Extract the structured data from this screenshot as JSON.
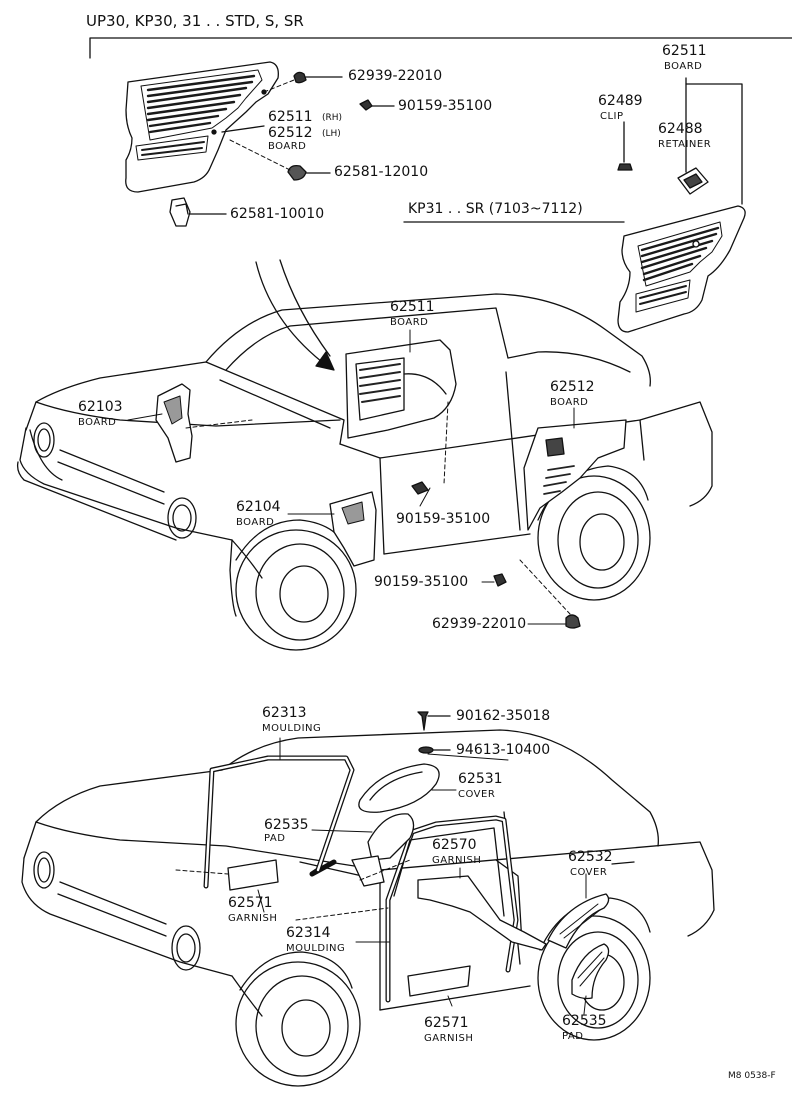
{
  "header": {
    "models_top": "UP30, KP30, 31 . . STD, S, SR",
    "models_inset": "KP31 . . SR (7103~7112)",
    "diagram_code": "M8 0538-F"
  },
  "parts": {
    "p62511_inset": {
      "number": "62511",
      "name": "BOARD"
    },
    "p62489": {
      "number": "62489",
      "name": "CLIP"
    },
    "p62488": {
      "number": "62488",
      "name": "RETAINER"
    },
    "p62939_top": {
      "number": "62939-22010"
    },
    "p90159_top": {
      "number": "90159-35100"
    },
    "p62511_rh": {
      "number": "62511",
      "qual": "(RH)"
    },
    "p62512_lh": {
      "number": "62512",
      "qual": "(LH)",
      "name": "BOARD"
    },
    "p62581_12010": {
      "number": "62581-12010"
    },
    "p62581_10010": {
      "number": "62581-10010"
    },
    "p62511_car": {
      "number": "62511",
      "name": "BOARD"
    },
    "p62512_car": {
      "number": "62512",
      "name": "BOARD"
    },
    "p62103": {
      "number": "62103",
      "name": "BOARD"
    },
    "p62104": {
      "number": "62104",
      "name": "BOARD"
    },
    "p90159_mid": {
      "number": "90159-35100"
    },
    "p90159_low": {
      "number": "90159-35100"
    },
    "p62939_low": {
      "number": "62939-22010"
    },
    "p62313": {
      "number": "62313",
      "name": "MOULDING"
    },
    "p90162": {
      "number": "90162-35018"
    },
    "p94613": {
      "number": "94613-10400"
    },
    "p62531": {
      "number": "62531",
      "name": "COVER"
    },
    "p62535_upper": {
      "number": "62535",
      "name": "PAD"
    },
    "p62570": {
      "number": "62570",
      "name": "GARNISH"
    },
    "p62532": {
      "number": "62532",
      "name": "COVER"
    },
    "p62571_front": {
      "number": "62571",
      "name": "GARNISH"
    },
    "p62314": {
      "number": "62314",
      "name": "MOULDING"
    },
    "p62571_lower": {
      "number": "62571",
      "name": "GARNISH"
    },
    "p62535_lower": {
      "number": "62535",
      "name": "PAD"
    }
  }
}
